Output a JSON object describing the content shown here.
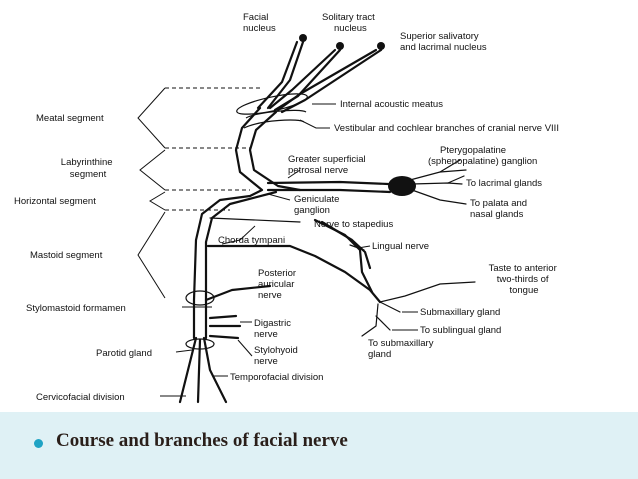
{
  "labels": {
    "facial_nucleus": [
      "Facial",
      "nucleus"
    ],
    "solitary_nucleus": [
      "Solitary tract",
      "nucleus"
    ],
    "salivatory_nucleus": [
      "Superior salivatory",
      "and lacrimal nucleus"
    ],
    "meatal_segment": "Meatal segment",
    "internal_acoustic_meatus": "Internal acoustic meatus",
    "vestibular_cochlear": "Vestibular and cochlear branches of cranial nerve VIII",
    "labyrinthine_segment": [
      "Labyrinthine",
      "segment"
    ],
    "greater_petrosal": [
      "Greater superficial",
      "petrosal nerve"
    ],
    "pterygopalatine": [
      "Pterygopalatine",
      "(sphenopalatine) ganglion"
    ],
    "lacrimal_glands": "To lacrimal glands",
    "palata_nasal": [
      "To palata and",
      "nasal glands"
    ],
    "horizontal_segment": "Horizontal segment",
    "geniculate_ganglion": [
      "Geniculate",
      "ganglion"
    ],
    "nerve_to_stapedius": "Nerve to stapedius",
    "chorda_tympani": "Chorda tympani",
    "lingual_nerve": "Lingual nerve",
    "mastoid_segment": "Mastoid segment",
    "posterior_auricular": [
      "Posterior",
      "auricular",
      "nerve"
    ],
    "taste": [
      "Taste to anterior",
      "two-thirds of",
      "tongue"
    ],
    "stylomastoid": "Stylomastoid formamen",
    "submaxillary_ganglion": "Submaxillary gland",
    "digastric": [
      "Digastric",
      "nerve"
    ],
    "sublingual": "To sublingual gland",
    "parotid": "Parotid gland",
    "stylohyoid": [
      "Stylohyoid",
      "nerve"
    ],
    "to_submaxillary": [
      "To submaxillary",
      "gland"
    ],
    "temporofacial": "Temporofacial division",
    "cervicofacial": "Cervicofacial division"
  },
  "caption": "Course and branches of facial nerve",
  "colors": {
    "caption_bar": "#dff1f5",
    "bullet": "#1fa3c4",
    "caption_text": "#2a1f1a"
  }
}
